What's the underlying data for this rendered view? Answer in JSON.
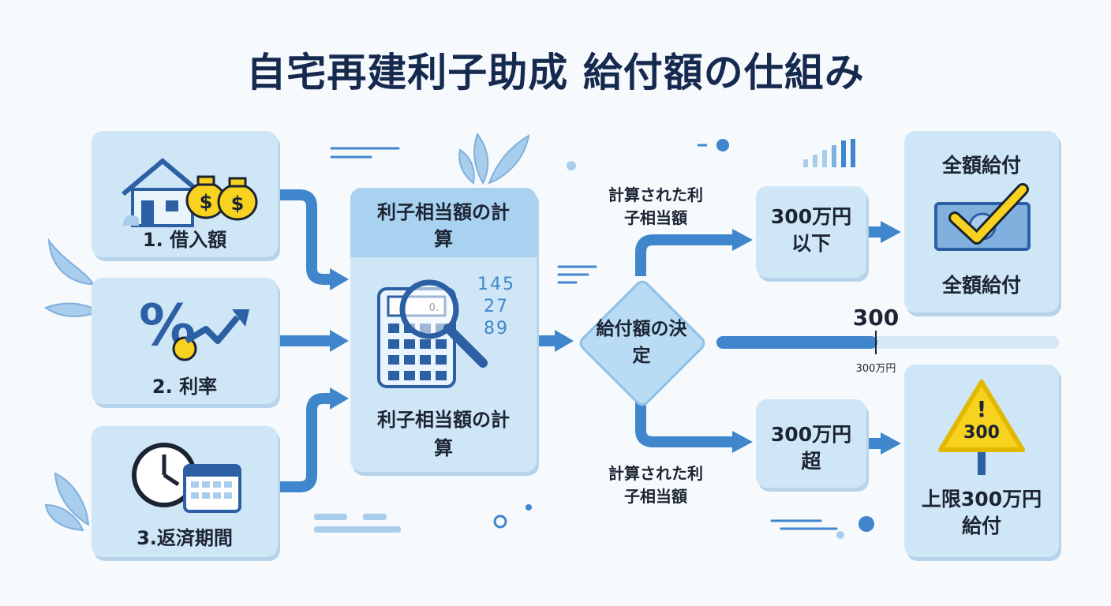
{
  "title": "自宅再建利子助成 給付額の仕組み",
  "inputs": [
    {
      "label": "1. 借入額",
      "icon": "house-money-icon"
    },
    {
      "label": "2. 利率",
      "icon": "percent-arrow-icon"
    },
    {
      "label": "3.返済期間",
      "icon": "clock-calendar-icon"
    }
  ],
  "calc": {
    "header": "利子相当額の計算",
    "body": "利子相当額の計算",
    "digits": [
      "145",
      "27",
      "89"
    ],
    "screen": "0."
  },
  "decision": {
    "label": "給付額の決定"
  },
  "branch_label": "計算された利子相当額",
  "thresholds": {
    "under": "300万円以下",
    "over": "300万円超"
  },
  "scale": {
    "value": "300",
    "caption": "300万円",
    "fill_fraction": 0.47
  },
  "outcomes": {
    "full_top": "全額給付",
    "full_bottom": "全額給付",
    "cap_sign": "300",
    "cap_label": "上限300万円給付"
  },
  "colors": {
    "accent": "#3f86cc",
    "card": "#cfe6f7",
    "title": "#16294f",
    "warning": "#f7d21e"
  }
}
